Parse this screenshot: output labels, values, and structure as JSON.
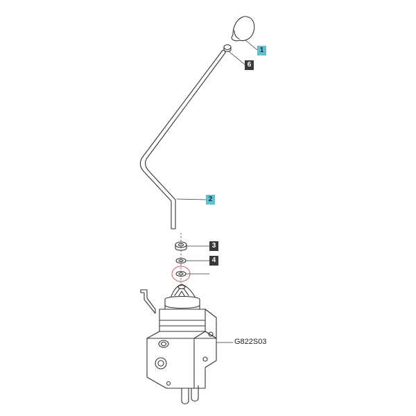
{
  "callouts": [
    {
      "id": "1",
      "label": "1",
      "style": "highlight"
    },
    {
      "id": "6",
      "label": "6",
      "style": "normal"
    },
    {
      "id": "2",
      "label": "2",
      "style": "highlight"
    },
    {
      "id": "3",
      "label": "3",
      "style": "normal"
    },
    {
      "id": "4",
      "label": "4",
      "style": "normal"
    }
  ],
  "drawing_code": "G822S03",
  "colors": {
    "highlight": "#5fc0d3",
    "normal": "#3a3a3a",
    "outline": "#333333",
    "marker_circle": "#c0606a"
  }
}
